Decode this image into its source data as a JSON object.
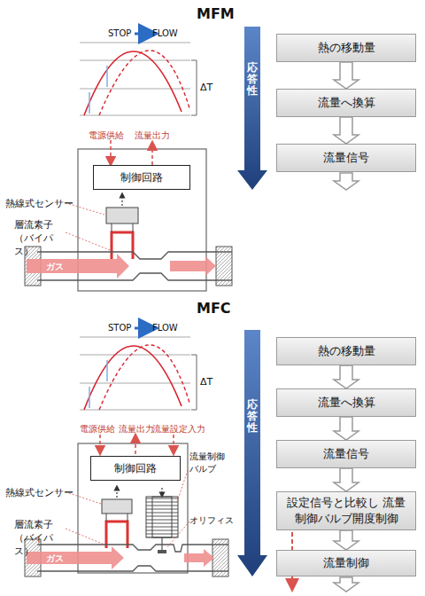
{
  "diagram": {
    "nodes": [
      {
        "text": [
          "制御回路"
        ]
      },
      {
        "text": [
          "熱の移動量"
        ]
      },
      {
        "text": [
          "流量へ換算"
        ]
      },
      {
        "text": [
          "流量信号"
        ]
      },
      {
        "text": [
          "制御回路"
        ]
      },
      {
        "text": [
          "熱の移動量"
        ]
      },
      {
        "text": [
          "流量へ換算"
        ]
      },
      {
        "text": [
          "流量信号"
        ]
      },
      {
        "text": [
          "設定信号と比較し 流量制御バルブ開度制御"
        ]
      },
      {
        "text": [
          "流量制御"
        ]
      }
    ],
    "edges": [
      {
        "from": 1,
        "to": 2,
        "arrow": "to"
      },
      {
        "from": 2,
        "to": 3,
        "arrow": "to"
      },
      {
        "from": 5,
        "to": 6,
        "arrow": "to"
      },
      {
        "from": 6,
        "to": 7,
        "arrow": "to"
      },
      {
        "from": 7,
        "to": 8,
        "arrow": "to"
      },
      {
        "from": 8,
        "to": 9,
        "arrow": "to"
      }
    ],
    "labels": [
      "MFM",
      "STOP",
      "FLOW",
      "ΔT",
      "応答性",
      "電源供給",
      "流量出力",
      "熱線式センサー",
      "層流素子 （バイパス）",
      "ガス",
      "MFC",
      "STOP",
      "FLOW",
      "ΔT",
      "応答性",
      "電源供給",
      "流量出力",
      "流量設定入力",
      "熱線式センサー",
      "流量制御 バルブ",
      "層流素子 （バイパス）",
      "オリフィス",
      "ガス"
    ]
  }
}
